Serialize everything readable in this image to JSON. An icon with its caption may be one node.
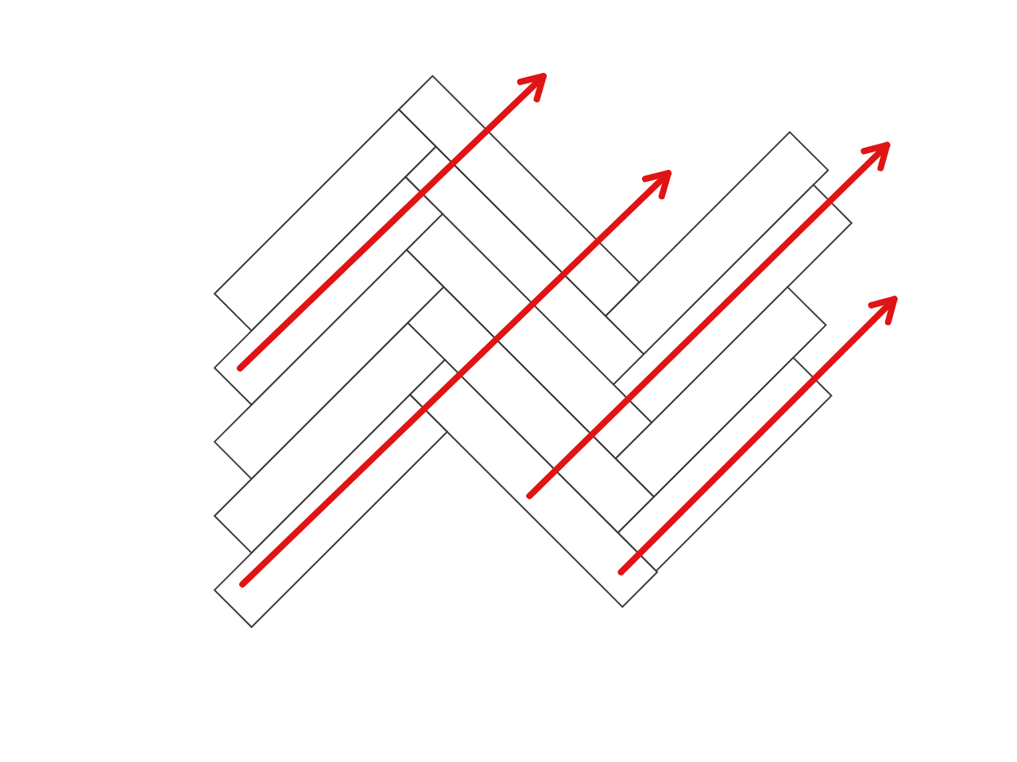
{
  "diagram": {
    "nodes": [
      {
        "text": [],
        "shape": "box"
      },
      {
        "text": [],
        "shape": "box"
      },
      {
        "text": [],
        "shape": "box"
      },
      {
        "text": [],
        "shape": "box"
      },
      {
        "text": [],
        "shape": "box"
      },
      {
        "text": [],
        "shape": "box"
      },
      {
        "text": [],
        "shape": "box"
      },
      {
        "text": [],
        "shape": "box"
      },
      {
        "text": [],
        "shape": "box"
      },
      {
        "text": [],
        "shape": "box"
      },
      {
        "text": [],
        "shape": "box"
      },
      {
        "text": [],
        "shape": "box"
      },
      {
        "text": [],
        "shape": "box"
      },
      {
        "text": [],
        "shape": "box"
      }
    ],
    "edges": [
      {
        "from": 4,
        "to": null,
        "arrow": "to"
      },
      {
        "from": 13,
        "to": null,
        "arrow": "to"
      },
      {
        "from": 12,
        "to": null,
        "arrow": "to"
      },
      {
        "from": 12,
        "to": null,
        "arrow": "to"
      }
    ]
  }
}
